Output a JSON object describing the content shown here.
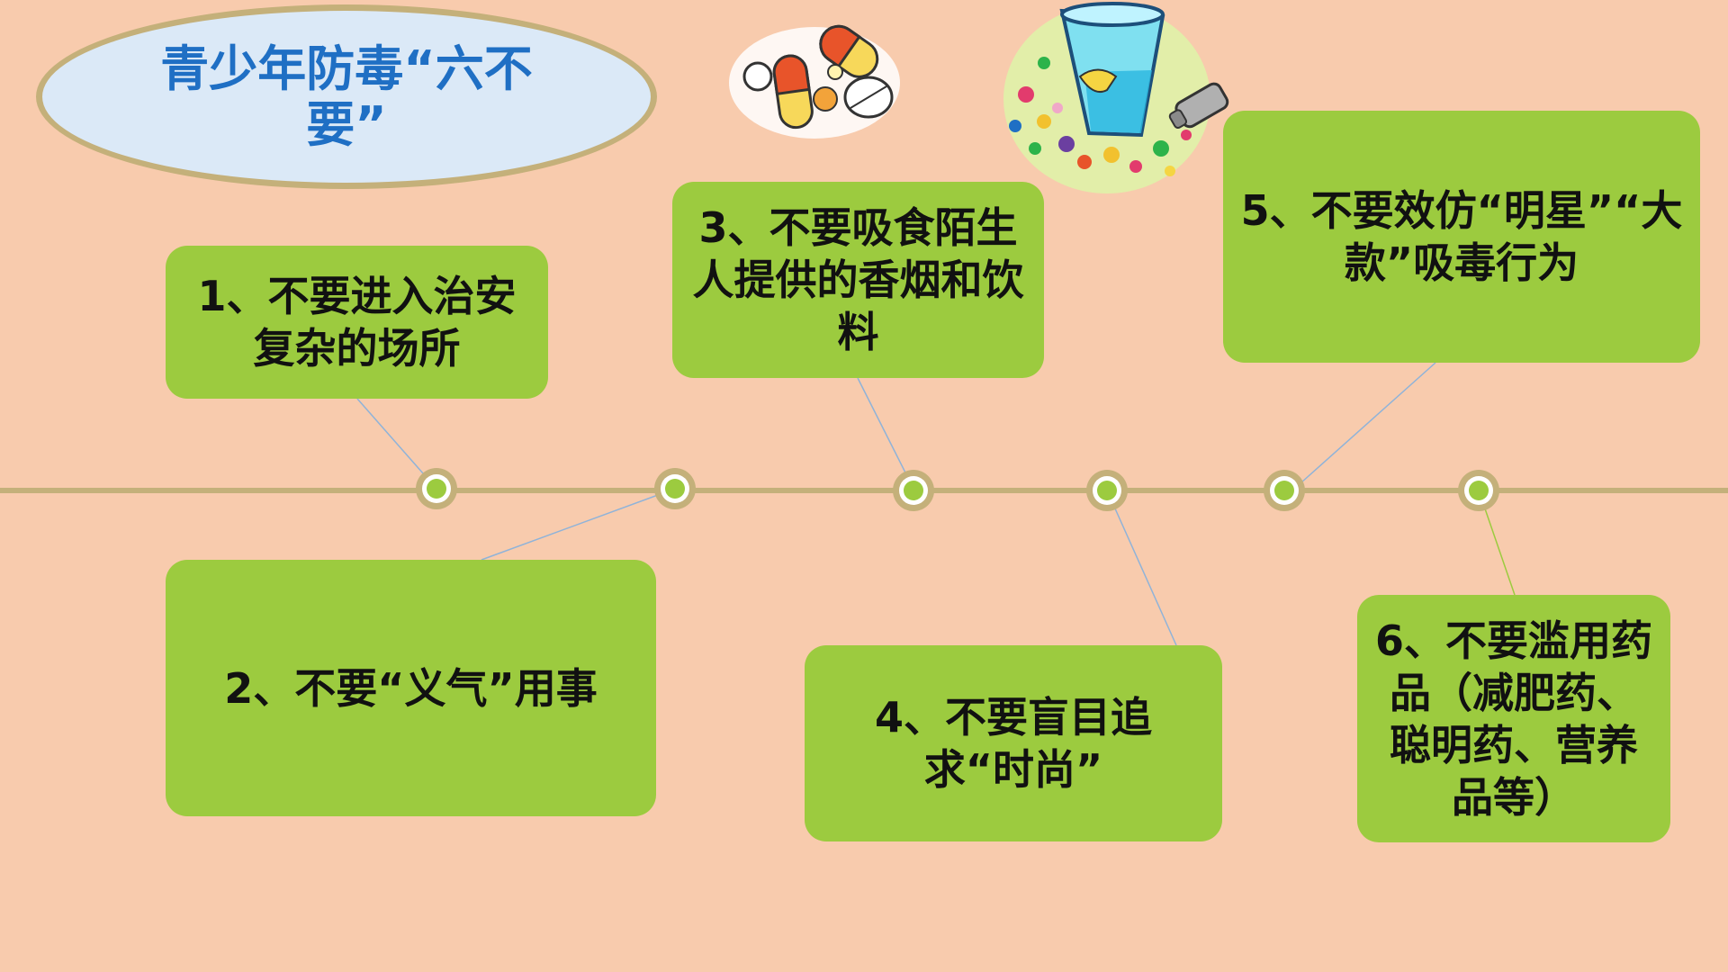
{
  "slide": {
    "title": "青少年防毒“六不要”",
    "items": [
      {
        "label": "1、不要进入治安复杂的场所"
      },
      {
        "label": "2、不要“义气”用事"
      },
      {
        "label": "3、不要吸食陌生人提供的香烟和饮料"
      },
      {
        "label": "4、不要盲目追求“时尚”"
      },
      {
        "label": "5、不要效仿“明星”“大款”吸毒行为"
      },
      {
        "label": "6、不要滥用药品（减肥药、聪明药、营养品等）"
      }
    ]
  },
  "colors": {
    "background": "#f8cbad",
    "box_fill": "#9ccb3f",
    "timeline": "#c4b07a",
    "title_text": "#1f6fc4",
    "title_fill": "#dbe9f7"
  },
  "icons": [
    "pills-clipart-icon",
    "spilled-drugs-glass-clipart-icon"
  ]
}
